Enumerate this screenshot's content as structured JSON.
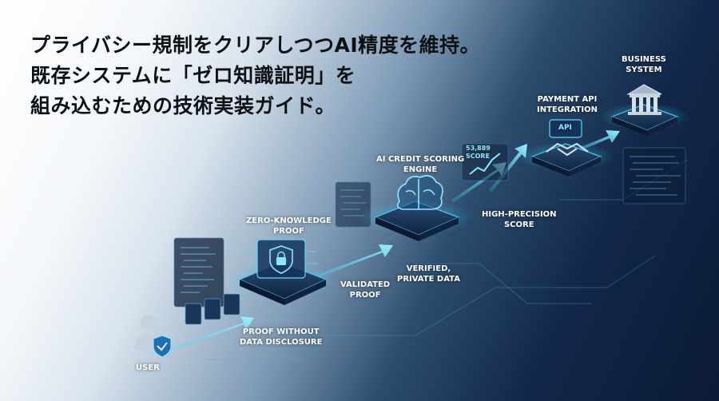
{
  "headline": {
    "line1": "プライバシー規制をクリアしつつAI精度を維持。",
    "line2": "既存システムに「ゼロ知識証明」を",
    "line3": "組み込むための技術実装ガイド。"
  },
  "nodes": {
    "user": {
      "label": "USER"
    },
    "zkp": {
      "line1": "ZERO-KNOWLEDGE",
      "line2": "PROOF"
    },
    "ai": {
      "line1": "AI CREDIT SCORING",
      "line2": "ENGINE"
    },
    "payment": {
      "line1": "PAYMENT API",
      "line2": "INTEGRATION",
      "badge": "API"
    },
    "business": {
      "line1": "BUSINESS",
      "line2": "SYSTEM"
    }
  },
  "flows": {
    "proof_without": {
      "line1": "PROOF WITHOUT",
      "line2": "DATA DISCLOSURE"
    },
    "validated": {
      "line1": "VALIDATED",
      "line2": "PROOF"
    },
    "verified": {
      "line1": "VERIFIED,",
      "line2": "PRIVATE DATA"
    },
    "high_precision": {
      "line1": "HIGH-PRECISION",
      "line2": "SCORE"
    }
  },
  "score_display": {
    "value": "53,889",
    "label": "SCORE"
  },
  "colors": {
    "accent_cyan": "#33d6ff",
    "platform_dark": "#0f2038",
    "headline_text": "#0d1114"
  }
}
